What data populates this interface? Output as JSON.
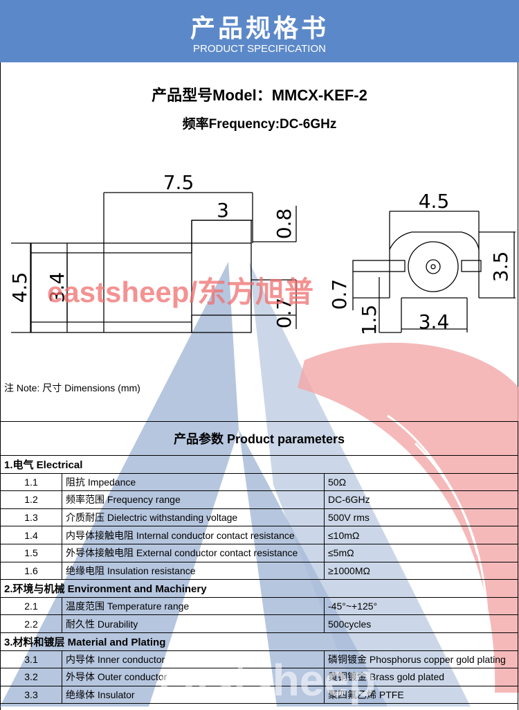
{
  "header": {
    "title": "产品规格书",
    "subtitle": "PRODUCT SPECIFICATION"
  },
  "model": "产品型号Model：MMCX-KEF-2",
  "frequency": "频率Frequency:DC-6GHz",
  "drawing": {
    "side_view": {
      "overall_length": "7.5",
      "tip_length": "3",
      "tip_offset": "0.8",
      "body_height": "4.5",
      "inner_height": "3.4",
      "pin_thickness": "0.7"
    },
    "end_view": {
      "width": "4.5",
      "height": "3.5",
      "pin_thickness": "0.7",
      "pin_height": "1.5",
      "base_width": "3.4"
    }
  },
  "watermark": {
    "text": "eastsheep/东方旭普",
    "text_bottom": "eastsheep"
  },
  "note": "注 Note:  尺寸 Dimensions (mm)",
  "params": {
    "caption": "产品参数 Product parameters",
    "sections": [
      {
        "title": "1.电气 Electrical",
        "rows": [
          {
            "no": "1.1",
            "name": "阻抗 Impedance",
            "value": "50Ω"
          },
          {
            "no": "1.2",
            "name": "频率范围 Frequency range",
            "value": "DC-6GHz"
          },
          {
            "no": "1.3",
            "name": "介质耐压 Dielectric withstanding voltage",
            "value": "500V rms"
          },
          {
            "no": "1.4",
            "name": "内导体接触电阻 Internal conductor contact resistance",
            "value": "≤10mΩ"
          },
          {
            "no": "1.5",
            "name": "外导体接触电阻 External conductor contact resistance",
            "value": "≤5mΩ"
          },
          {
            "no": "1.6",
            "name": "绝缘电阻  Insulation resistance",
            "value": "≥1000MΩ"
          }
        ]
      },
      {
        "title": "2.环境与机械 Environment and Machinery",
        "rows": [
          {
            "no": "2.1",
            "name": "温度范围 Temperature range",
            "value": "-45°~+125°"
          },
          {
            "no": "2.2",
            "name": "耐久性 Durability",
            "value": "500cycles"
          }
        ]
      },
      {
        "title": "3.材料和镀层 Material and Plating",
        "rows": [
          {
            "no": "3.1",
            "name": "内导体 Inner conductor",
            "value": "磷铜镀金 Phosphorus copper gold plating"
          },
          {
            "no": "3.2",
            "name": "外导体 Outer conductor",
            "value": "黄铜镀金 Brass gold plated"
          },
          {
            "no": "3.3",
            "name": "绝缘体 Insulator",
            "value": "聚四氟乙烯 PTFE"
          }
        ]
      }
    ]
  }
}
